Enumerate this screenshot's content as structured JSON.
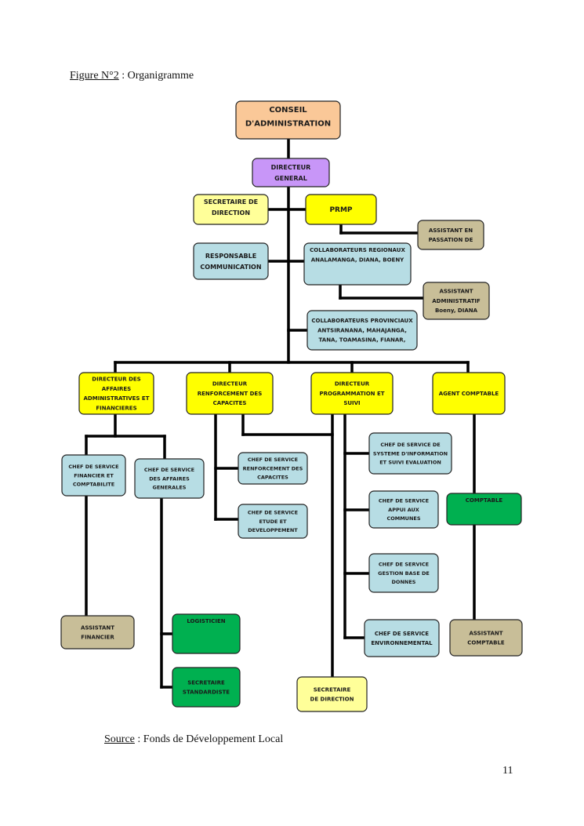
{
  "figure": {
    "label": "Figure N°2",
    "separator": " : ",
    "title": "Organigramme"
  },
  "source": {
    "label": "Source",
    "separator": " : ",
    "text": "Fonds de Développement Local"
  },
  "page_number": "11",
  "colors": {
    "orange": "#FAC898",
    "purple": "#C896F8",
    "yellow": "#FFFF00",
    "light_yellow": "#FFFF99",
    "light_blue": "#B7DDE4",
    "tan": "#C8BE98",
    "green": "#00B050",
    "line": "#000000"
  },
  "nodes": [
    {
      "id": "conseil",
      "lines": [
        "CONSEIL",
        "D'ADMINISTRATION"
      ],
      "color": "orange",
      "fs": 10
    },
    {
      "id": "dg",
      "lines": [
        "DIRECTEUR",
        "GENERAL"
      ],
      "color": "purple",
      "fs": 8
    },
    {
      "id": "sec_dir_top",
      "lines": [
        "SECRETAIRE DE",
        "DIRECTION"
      ],
      "color": "light_yellow",
      "fs": 8
    },
    {
      "id": "prmp",
      "lines": [
        "PRMP"
      ],
      "color": "yellow",
      "fs": 9
    },
    {
      "id": "asst_passation",
      "lines": [
        "ASSISTANT EN",
        "PASSATION DE"
      ],
      "color": "tan",
      "fs": 7
    },
    {
      "id": "resp_comm",
      "lines": [
        "RESPONSABLE",
        "COMMUNICATION"
      ],
      "color": "light_blue",
      "fs": 8
    },
    {
      "id": "collab_reg",
      "lines": [
        "COLLABORATEURS REGIONAUX",
        "ANALAMANGA, DIANA, BOENY"
      ],
      "color": "light_blue",
      "fs": 7
    },
    {
      "id": "asst_admin",
      "lines": [
        "ASSISTANT",
        "ADMINISTRATIF",
        "Boeny, DIANA"
      ],
      "color": "tan",
      "fs": 7
    },
    {
      "id": "collab_prov",
      "lines": [
        "COLLABORATEURS PROVINCIAUX",
        "ANTSIRANANA, MAHAJANGA,",
        "TANA, TOAMASINA, FIANAR,"
      ],
      "color": "light_blue",
      "fs": 7
    },
    {
      "id": "daaf",
      "lines": [
        "DIRECTEUR DES",
        "AFFAIRES",
        "ADMINISTRATIVES ET",
        "FINANCIERES"
      ],
      "color": "yellow",
      "fs": 7
    },
    {
      "id": "drc",
      "lines": [
        "DIRECTEUR",
        "RENFORCEMENT DES",
        "CAPACITES"
      ],
      "color": "yellow",
      "fs": 7
    },
    {
      "id": "dps",
      "lines": [
        "DIRECTEUR",
        "PROGRAMMATION ET",
        "SUIVI"
      ],
      "color": "yellow",
      "fs": 7
    },
    {
      "id": "agent_comptable",
      "lines": [
        "AGENT COMPTABLE"
      ],
      "color": "yellow",
      "fs": 7
    },
    {
      "id": "cs_fin",
      "lines": [
        "CHEF DE SERVICE",
        "FINANCIER ET",
        "COMPTABILITE"
      ],
      "color": "light_blue",
      "fs": 6.5
    },
    {
      "id": "cs_ag",
      "lines": [
        "CHEF DE SERVICE",
        "DES AFFAIRES",
        "GENERALES"
      ],
      "color": "light_blue",
      "fs": 6.5
    },
    {
      "id": "cs_rc",
      "lines": [
        "CHEF DE SERVICE",
        "RENFORCEMENT DES",
        "CAPACITES"
      ],
      "color": "light_blue",
      "fs": 6.5
    },
    {
      "id": "cs_ed",
      "lines": [
        "CHEF DE SERVICE",
        "ETUDE ET",
        "DEVELOPPEMENT"
      ],
      "color": "light_blue",
      "fs": 6.5
    },
    {
      "id": "cs_sise",
      "lines": [
        "CHEF DE SERVICE DE",
        "SYSTEME D'INFORMATION",
        "ET SUIVI EVALUATION"
      ],
      "color": "light_blue",
      "fs": 6.5
    },
    {
      "id": "cs_appui",
      "lines": [
        "CHEF DE SERVICE",
        "APPUI AUX",
        "COMMUNES"
      ],
      "color": "light_blue",
      "fs": 6.5
    },
    {
      "id": "comptable",
      "lines": [
        "COMPTABLE"
      ],
      "color": "green",
      "fs": 7
    },
    {
      "id": "cs_gbd",
      "lines": [
        "CHEF DE SERVICE",
        "GESTION BASE DE",
        "DONNES"
      ],
      "color": "light_blue",
      "fs": 6.5
    },
    {
      "id": "cs_env",
      "lines": [
        "CHEF DE SERVICE",
        "ENVIRONNEMENTAL"
      ],
      "color": "light_blue",
      "fs": 7
    },
    {
      "id": "asst_comptable",
      "lines": [
        "ASSISTANT",
        "COMPTABLE"
      ],
      "color": "tan",
      "fs": 7
    },
    {
      "id": "asst_fin",
      "lines": [
        "ASSISTANT",
        "FINANCIER"
      ],
      "color": "tan",
      "fs": 7
    },
    {
      "id": "logisticien",
      "lines": [
        "LOGISTICIEN"
      ],
      "color": "green",
      "fs": 7
    },
    {
      "id": "sec_std",
      "lines": [
        "SECRETAIRE",
        "STANDARDISTE"
      ],
      "color": "green",
      "fs": 7
    },
    {
      "id": "sec_dir_bottom",
      "lines": [
        "SECRETAIRE",
        "DE DIRECTION"
      ],
      "color": "light_yellow",
      "fs": 7
    }
  ]
}
